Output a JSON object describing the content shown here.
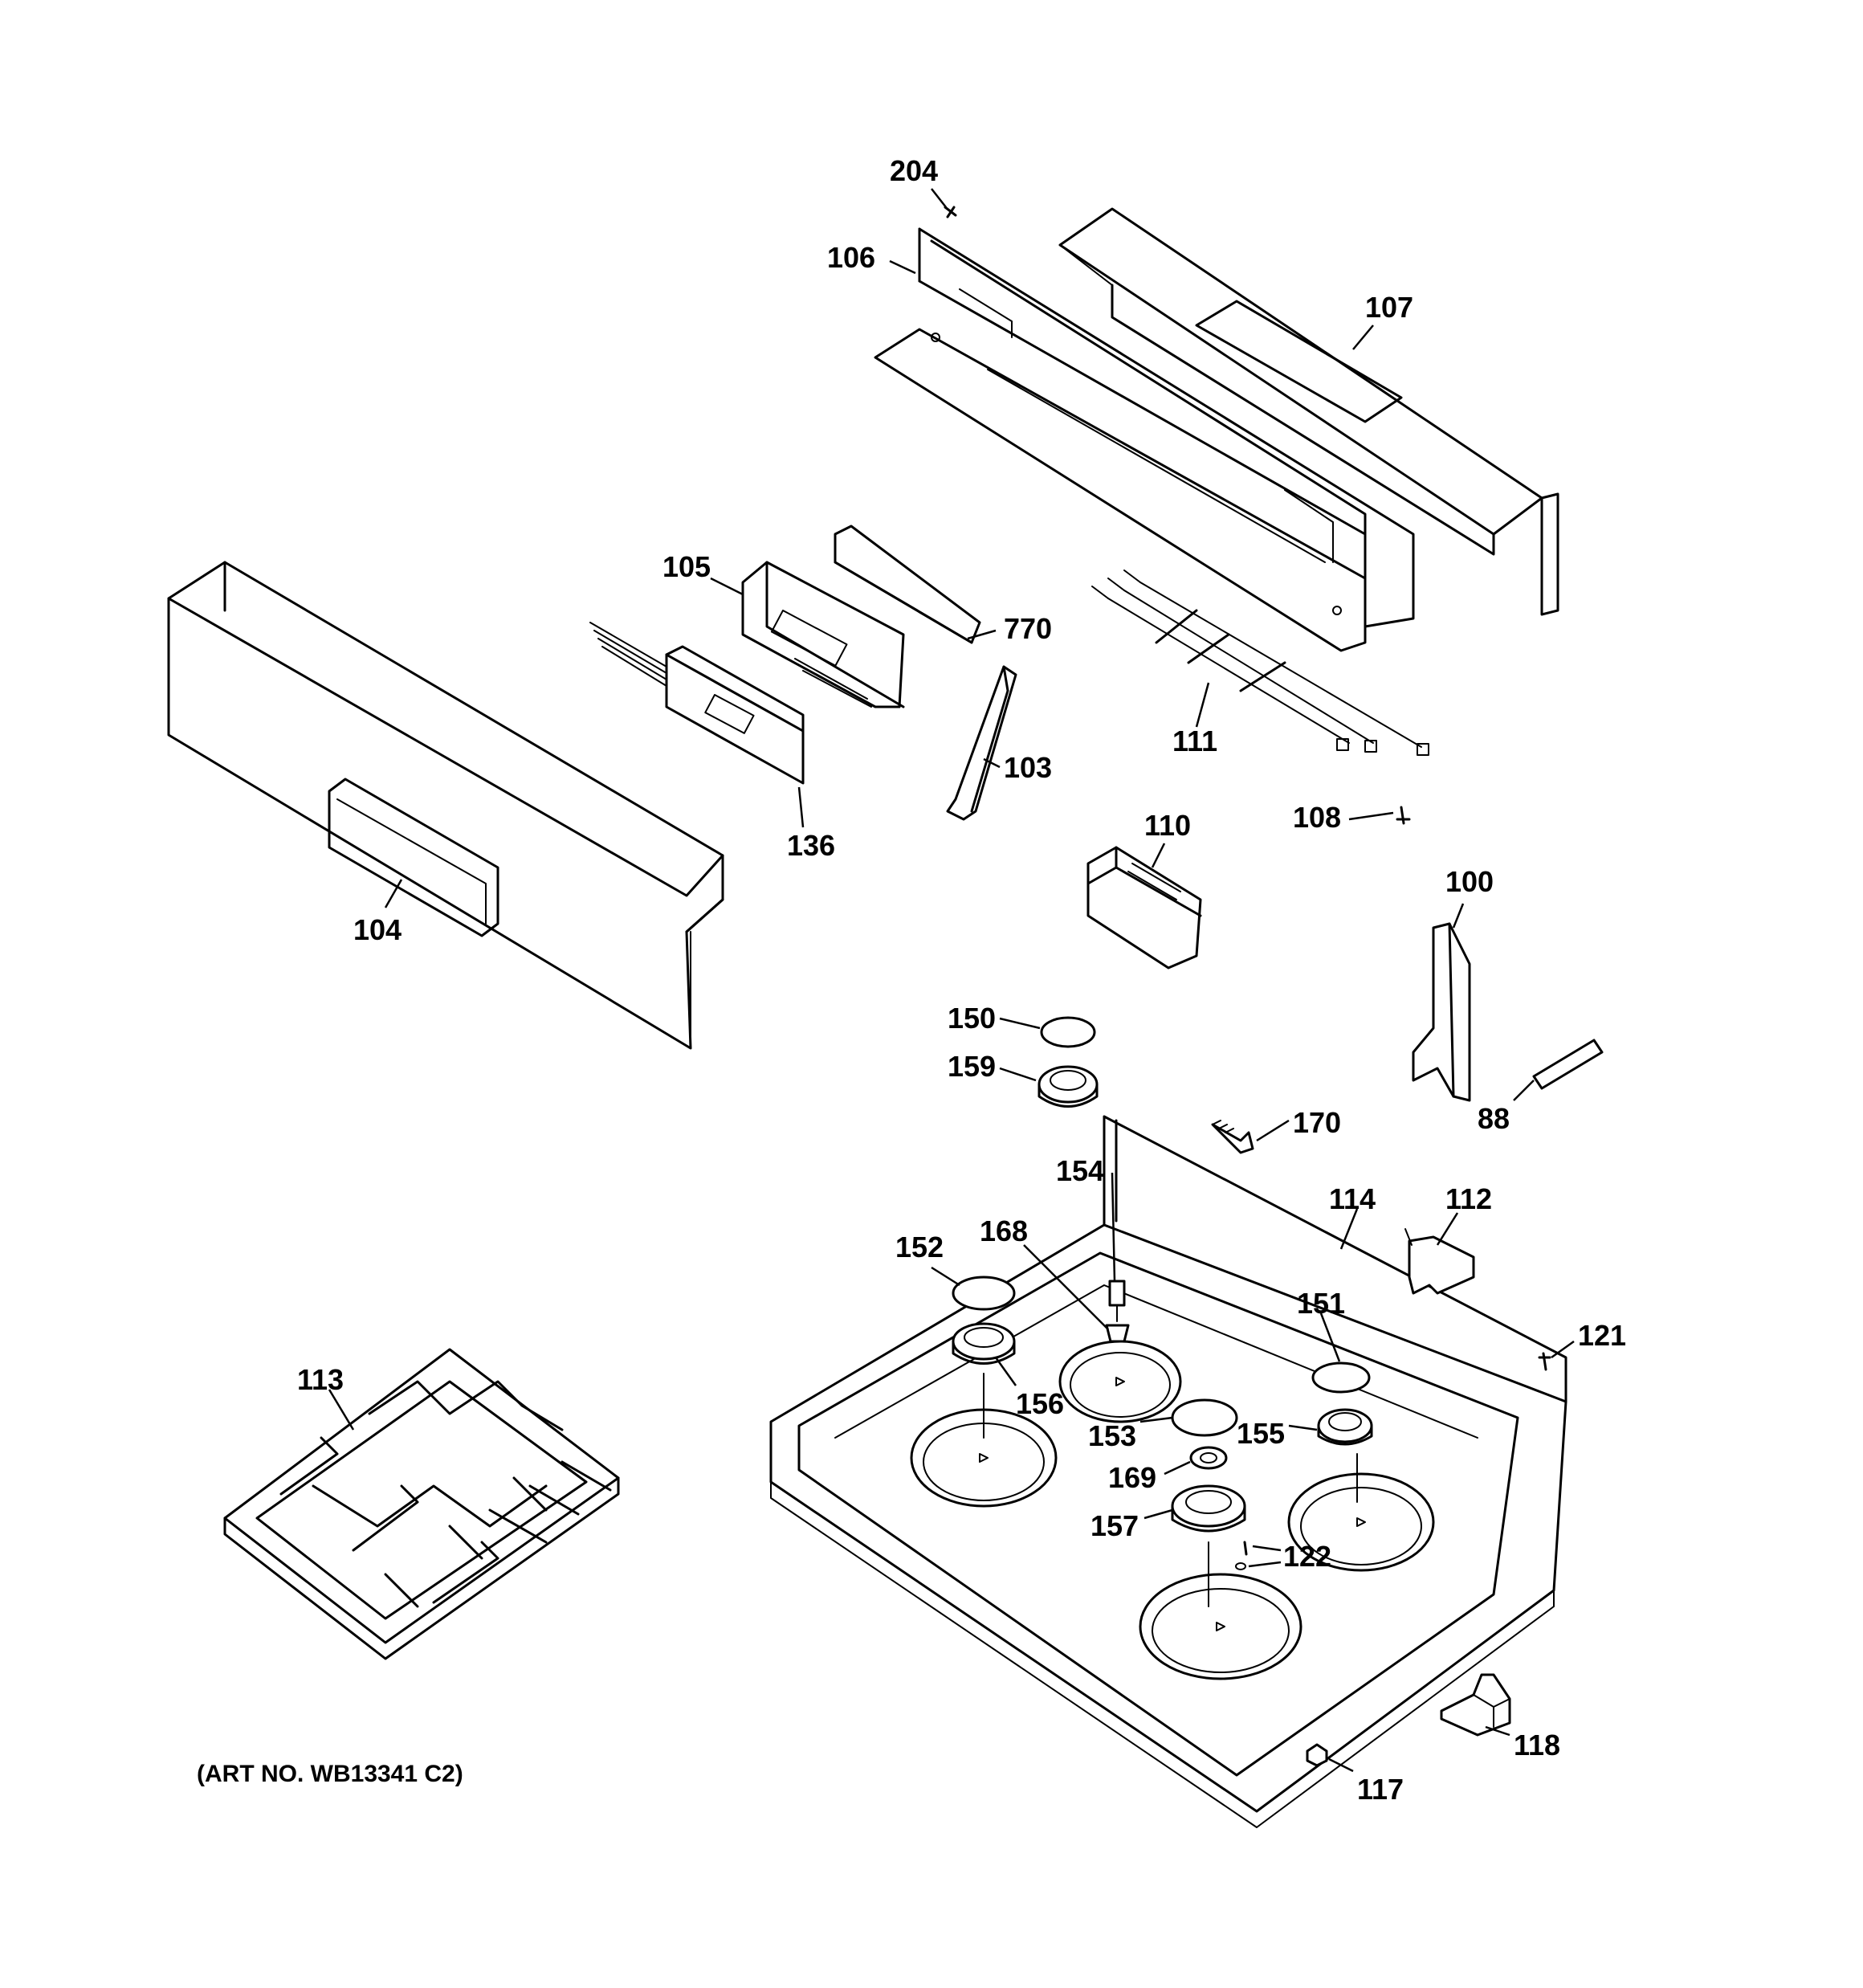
{
  "art_number": "(ART NO. WB13341 C2)",
  "callouts": [
    {
      "id": "204",
      "text": "204"
    },
    {
      "id": "106",
      "text": "106"
    },
    {
      "id": "107",
      "text": "107"
    },
    {
      "id": "105",
      "text": "105"
    },
    {
      "id": "770",
      "text": "770"
    },
    {
      "id": "111",
      "text": "111"
    },
    {
      "id": "103",
      "text": "103"
    },
    {
      "id": "136",
      "text": "136"
    },
    {
      "id": "108",
      "text": "108"
    },
    {
      "id": "110",
      "text": "110"
    },
    {
      "id": "104",
      "text": "104"
    },
    {
      "id": "100",
      "text": "100"
    },
    {
      "id": "150",
      "text": "150"
    },
    {
      "id": "159",
      "text": "159"
    },
    {
      "id": "88",
      "text": "88"
    },
    {
      "id": "170",
      "text": "170"
    },
    {
      "id": "154",
      "text": "154"
    },
    {
      "id": "114",
      "text": "114"
    },
    {
      "id": "112",
      "text": "112"
    },
    {
      "id": "152",
      "text": "152"
    },
    {
      "id": "168",
      "text": "168"
    },
    {
      "id": "151",
      "text": "151"
    },
    {
      "id": "121",
      "text": "121"
    },
    {
      "id": "113",
      "text": "113"
    },
    {
      "id": "156",
      "text": "156"
    },
    {
      "id": "153",
      "text": "153"
    },
    {
      "id": "155",
      "text": "155"
    },
    {
      "id": "169",
      "text": "169"
    },
    {
      "id": "157",
      "text": "157"
    },
    {
      "id": "122",
      "text": "122"
    },
    {
      "id": "118",
      "text": "118"
    },
    {
      "id": "117",
      "text": "117"
    }
  ]
}
